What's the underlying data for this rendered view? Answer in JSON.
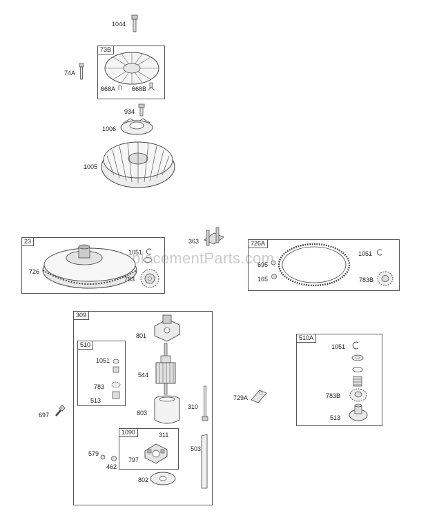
{
  "watermark": "eReplacementParts.com",
  "labels": {
    "p1044": "1044",
    "p73b": "73B",
    "p74a": "74A",
    "p668a": "668A",
    "p668b": "668B",
    "p934": "934",
    "p1006": "1006",
    "p1005": "1005",
    "p363": "363",
    "p23": "23",
    "p1051a": "1051",
    "p726": "726",
    "p783a": "783",
    "p726a": "726A",
    "p1051b": "1051",
    "p695": "695",
    "p165": "165",
    "p783b": "783B",
    "p309": "309",
    "p801": "801",
    "p510": "510",
    "p1051c": "1051",
    "p544": "544",
    "p783c": "783",
    "p513a": "513",
    "p697": "697",
    "p803": "803",
    "p310": "310",
    "p729a": "729A",
    "p1090": "1090",
    "p311": "311",
    "p503": "503",
    "p579": "579",
    "p797": "797",
    "p462": "462",
    "p802": "802",
    "p510a": "510A",
    "p1051d": "1051",
    "p783b2": "783B",
    "p513b": "513"
  }
}
